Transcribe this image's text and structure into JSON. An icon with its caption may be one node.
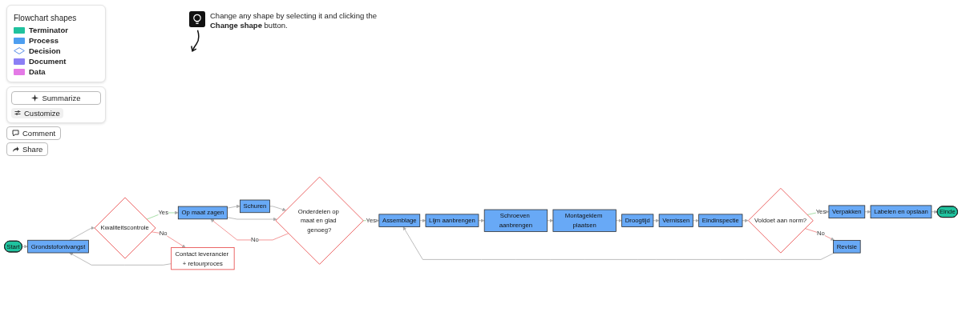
{
  "diagram": {
    "nodes": [
      {
        "text": [
          "Start"
        ]
      },
      {
        "text": [
          "Grondstofontvangst"
        ]
      },
      {
        "text": [
          "Kwaliteitscontrole"
        ]
      },
      {
        "text": [
          "Contact leverancier + retourproces"
        ]
      },
      {
        "text": [
          "Op maat zagen"
        ]
      },
      {
        "text": [
          "Schuren"
        ]
      },
      {
        "text": [
          "Onderdelen op maat en glad genoeg?"
        ]
      },
      {
        "text": [
          "Assemblage"
        ]
      },
      {
        "text": [
          "Lijm aanbrengen"
        ]
      },
      {
        "text": [
          "Schroeven aanbrengen"
        ]
      },
      {
        "text": [
          "Montageklem plaatsen"
        ]
      },
      {
        "text": [
          "Droogtijd"
        ]
      },
      {
        "text": [
          "Vernissen"
        ]
      },
      {
        "text": [
          "Eindinspectie"
        ]
      },
      {
        "text": [
          "Voldoet aan norm?"
        ]
      },
      {
        "text": [
          "Revisie"
        ]
      },
      {
        "text": [
          "Verpakken"
        ]
      },
      {
        "text": [
          "Labelen en opslaan"
        ]
      },
      {
        "text": [
          "Einde"
        ]
      }
    ],
    "edges": [
      {
        "from": 0,
        "to": 1,
        "arrow": "to"
      },
      {
        "from": 1,
        "to": 2,
        "arrow": "to"
      },
      {
        "from": 2,
        "to": 4,
        "arrow": "to",
        "label": "Yes",
        "color": "#8fd48f"
      },
      {
        "from": 2,
        "to": 3,
        "arrow": "to",
        "label": "No",
        "color": "#f07a7a"
      },
      {
        "from": 3,
        "to": 1,
        "arrow": "to"
      },
      {
        "from": 4,
        "to": 5,
        "arrow": "to"
      },
      {
        "from": 5,
        "to": 6,
        "arrow": "to"
      },
      {
        "from": 4,
        "to": 6,
        "arrow": "to"
      },
      {
        "from": 6,
        "to": 4,
        "arrow": "to",
        "label": "No",
        "color": "#f07a7a"
      },
      {
        "from": 6,
        "to": 7,
        "arrow": "to",
        "label": "Yes",
        "color": "#8fd48f"
      },
      {
        "from": 7,
        "to": 8,
        "arrow": "to"
      },
      {
        "from": 8,
        "to": 9,
        "arrow": "to"
      },
      {
        "from": 9,
        "to": 10,
        "arrow": "to"
      },
      {
        "from": 10,
        "to": 11,
        "arrow": "to"
      },
      {
        "from": 11,
        "to": 12,
        "arrow": "to"
      },
      {
        "from": 12,
        "to": 13,
        "arrow": "to"
      },
      {
        "from": 13,
        "to": 14,
        "arrow": "to"
      },
      {
        "from": 14,
        "to": 16,
        "arrow": "to",
        "label": "Yes",
        "color": "#8fd48f"
      },
      {
        "from": 14,
        "to": 15,
        "arrow": "to",
        "label": "No",
        "color": "#f07a7a"
      },
      {
        "from": 15,
        "to": 7,
        "arrow": "to"
      },
      {
        "from": 16,
        "to": 17,
        "arrow": "to"
      },
      {
        "from": 17,
        "to": 18,
        "arrow": "to"
      }
    ],
    "labels": [
      "Flowchart shapes",
      "Change any shape by selecting it and clicking the **Change shape** button.",
      "Summarize",
      "Customize",
      "Comment",
      "Share"
    ],
    "legend": [
      {
        "text": "Terminator",
        "color": "#20c29e"
      },
      {
        "text": "Process",
        "color": "#4d9ef0"
      },
      {
        "text": "Decision"
      },
      {
        "text": "Document",
        "color": "#8b7ff5"
      },
      {
        "text": "Data",
        "color": "#e47ae6"
      }
    ]
  }
}
